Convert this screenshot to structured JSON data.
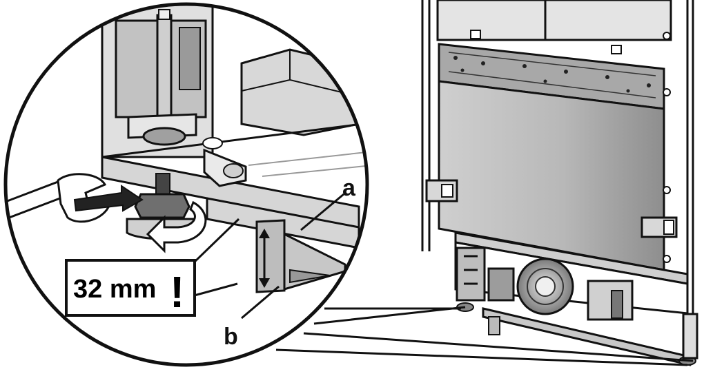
{
  "labels": {
    "a": "a",
    "b": "b"
  },
  "callout": {
    "measurement": "32 mm",
    "warning_mark": "!"
  },
  "colors": {
    "ink": "#111111",
    "panel": "#b9b9b9",
    "background": "#ffffff"
  }
}
